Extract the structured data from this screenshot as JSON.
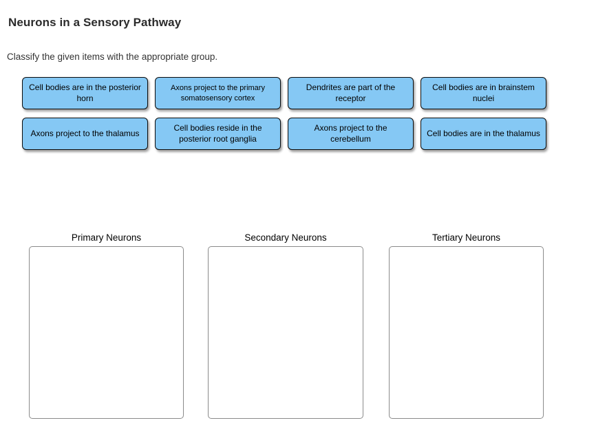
{
  "page": {
    "title": "Neurons in a Sensory Pathway",
    "instruction": "Classify the given items with the appropriate group."
  },
  "chips": [
    {
      "label": "Cell bodies are in the posterior horn"
    },
    {
      "label": "Axons project to the primary somatosensory cortex"
    },
    {
      "label": "Dendrites are part of the receptor"
    },
    {
      "label": "Cell bodies are in brainstem nuclei"
    },
    {
      "label": "Axons project to the thalamus"
    },
    {
      "label": "Cell bodies reside in the posterior root ganglia"
    },
    {
      "label": "Axons project to the cerebellum"
    },
    {
      "label": "Cell bodies are in the thalamus"
    }
  ],
  "bins": [
    {
      "label": "Primary Neurons"
    },
    {
      "label": "Secondary Neurons"
    },
    {
      "label": "Tertiary Neurons"
    }
  ],
  "colors": {
    "chip_fill": "#85c8f4",
    "chip_border": "#0a0a0a",
    "bin_border": "#8a8a8a",
    "title_text": "#2b2b2b",
    "body_text": "#333333"
  }
}
